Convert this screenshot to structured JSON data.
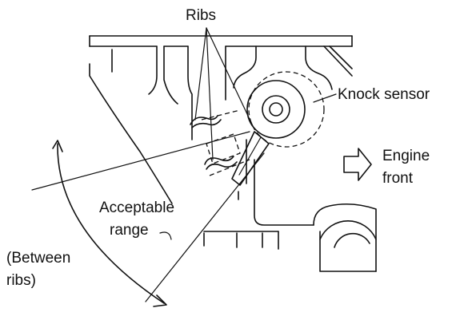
{
  "labels": {
    "ribs": "Ribs",
    "knock_sensor": "Knock sensor",
    "engine_front_line1": "Engine",
    "engine_front_line2": "front",
    "acceptable_range_line1": "Acceptable",
    "acceptable_range_line2": "range",
    "between_ribs_line1": "(Between",
    "between_ribs_line2": "ribs)"
  }
}
